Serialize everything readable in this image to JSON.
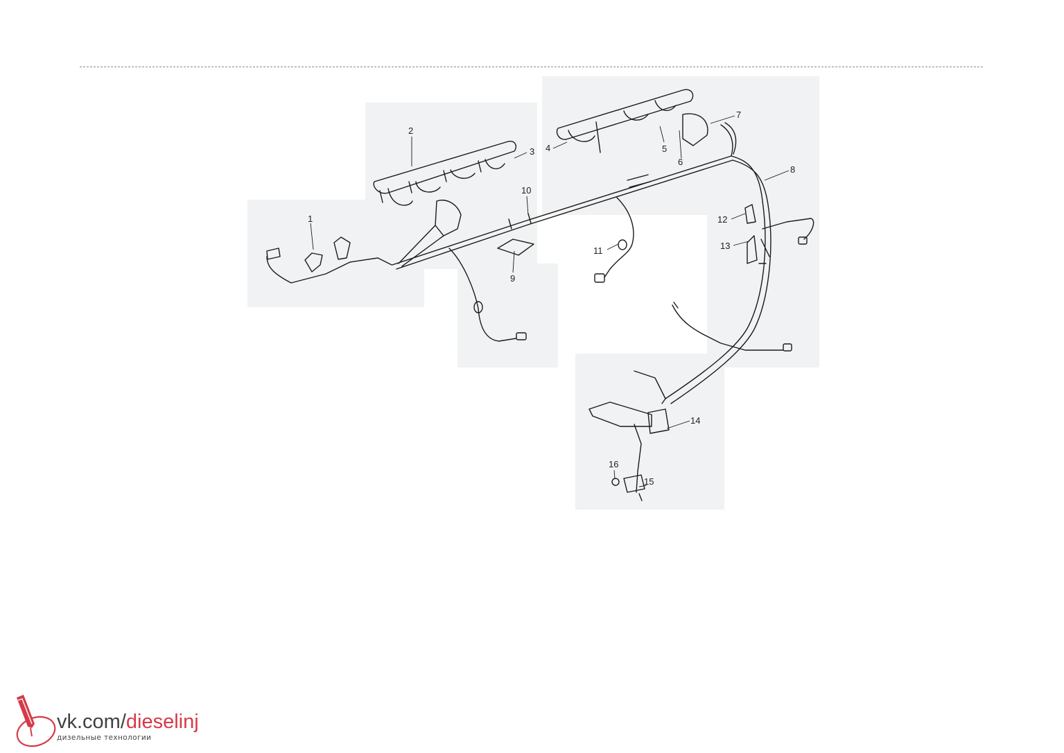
{
  "callouts": [
    "1",
    "2",
    "3",
    "4",
    "5",
    "6",
    "7",
    "8",
    "9",
    "10",
    "11",
    "12",
    "13",
    "14",
    "15",
    "16"
  ],
  "watermark": {
    "url_prefix": "vk.com/",
    "url_name": "dieselinj",
    "subtitle": "дизельные технологии"
  },
  "colors": {
    "line": "#1a1a1a",
    "shade": "#e9eaec",
    "brand_red": "#d63a48",
    "text_gray": "#404040"
  }
}
